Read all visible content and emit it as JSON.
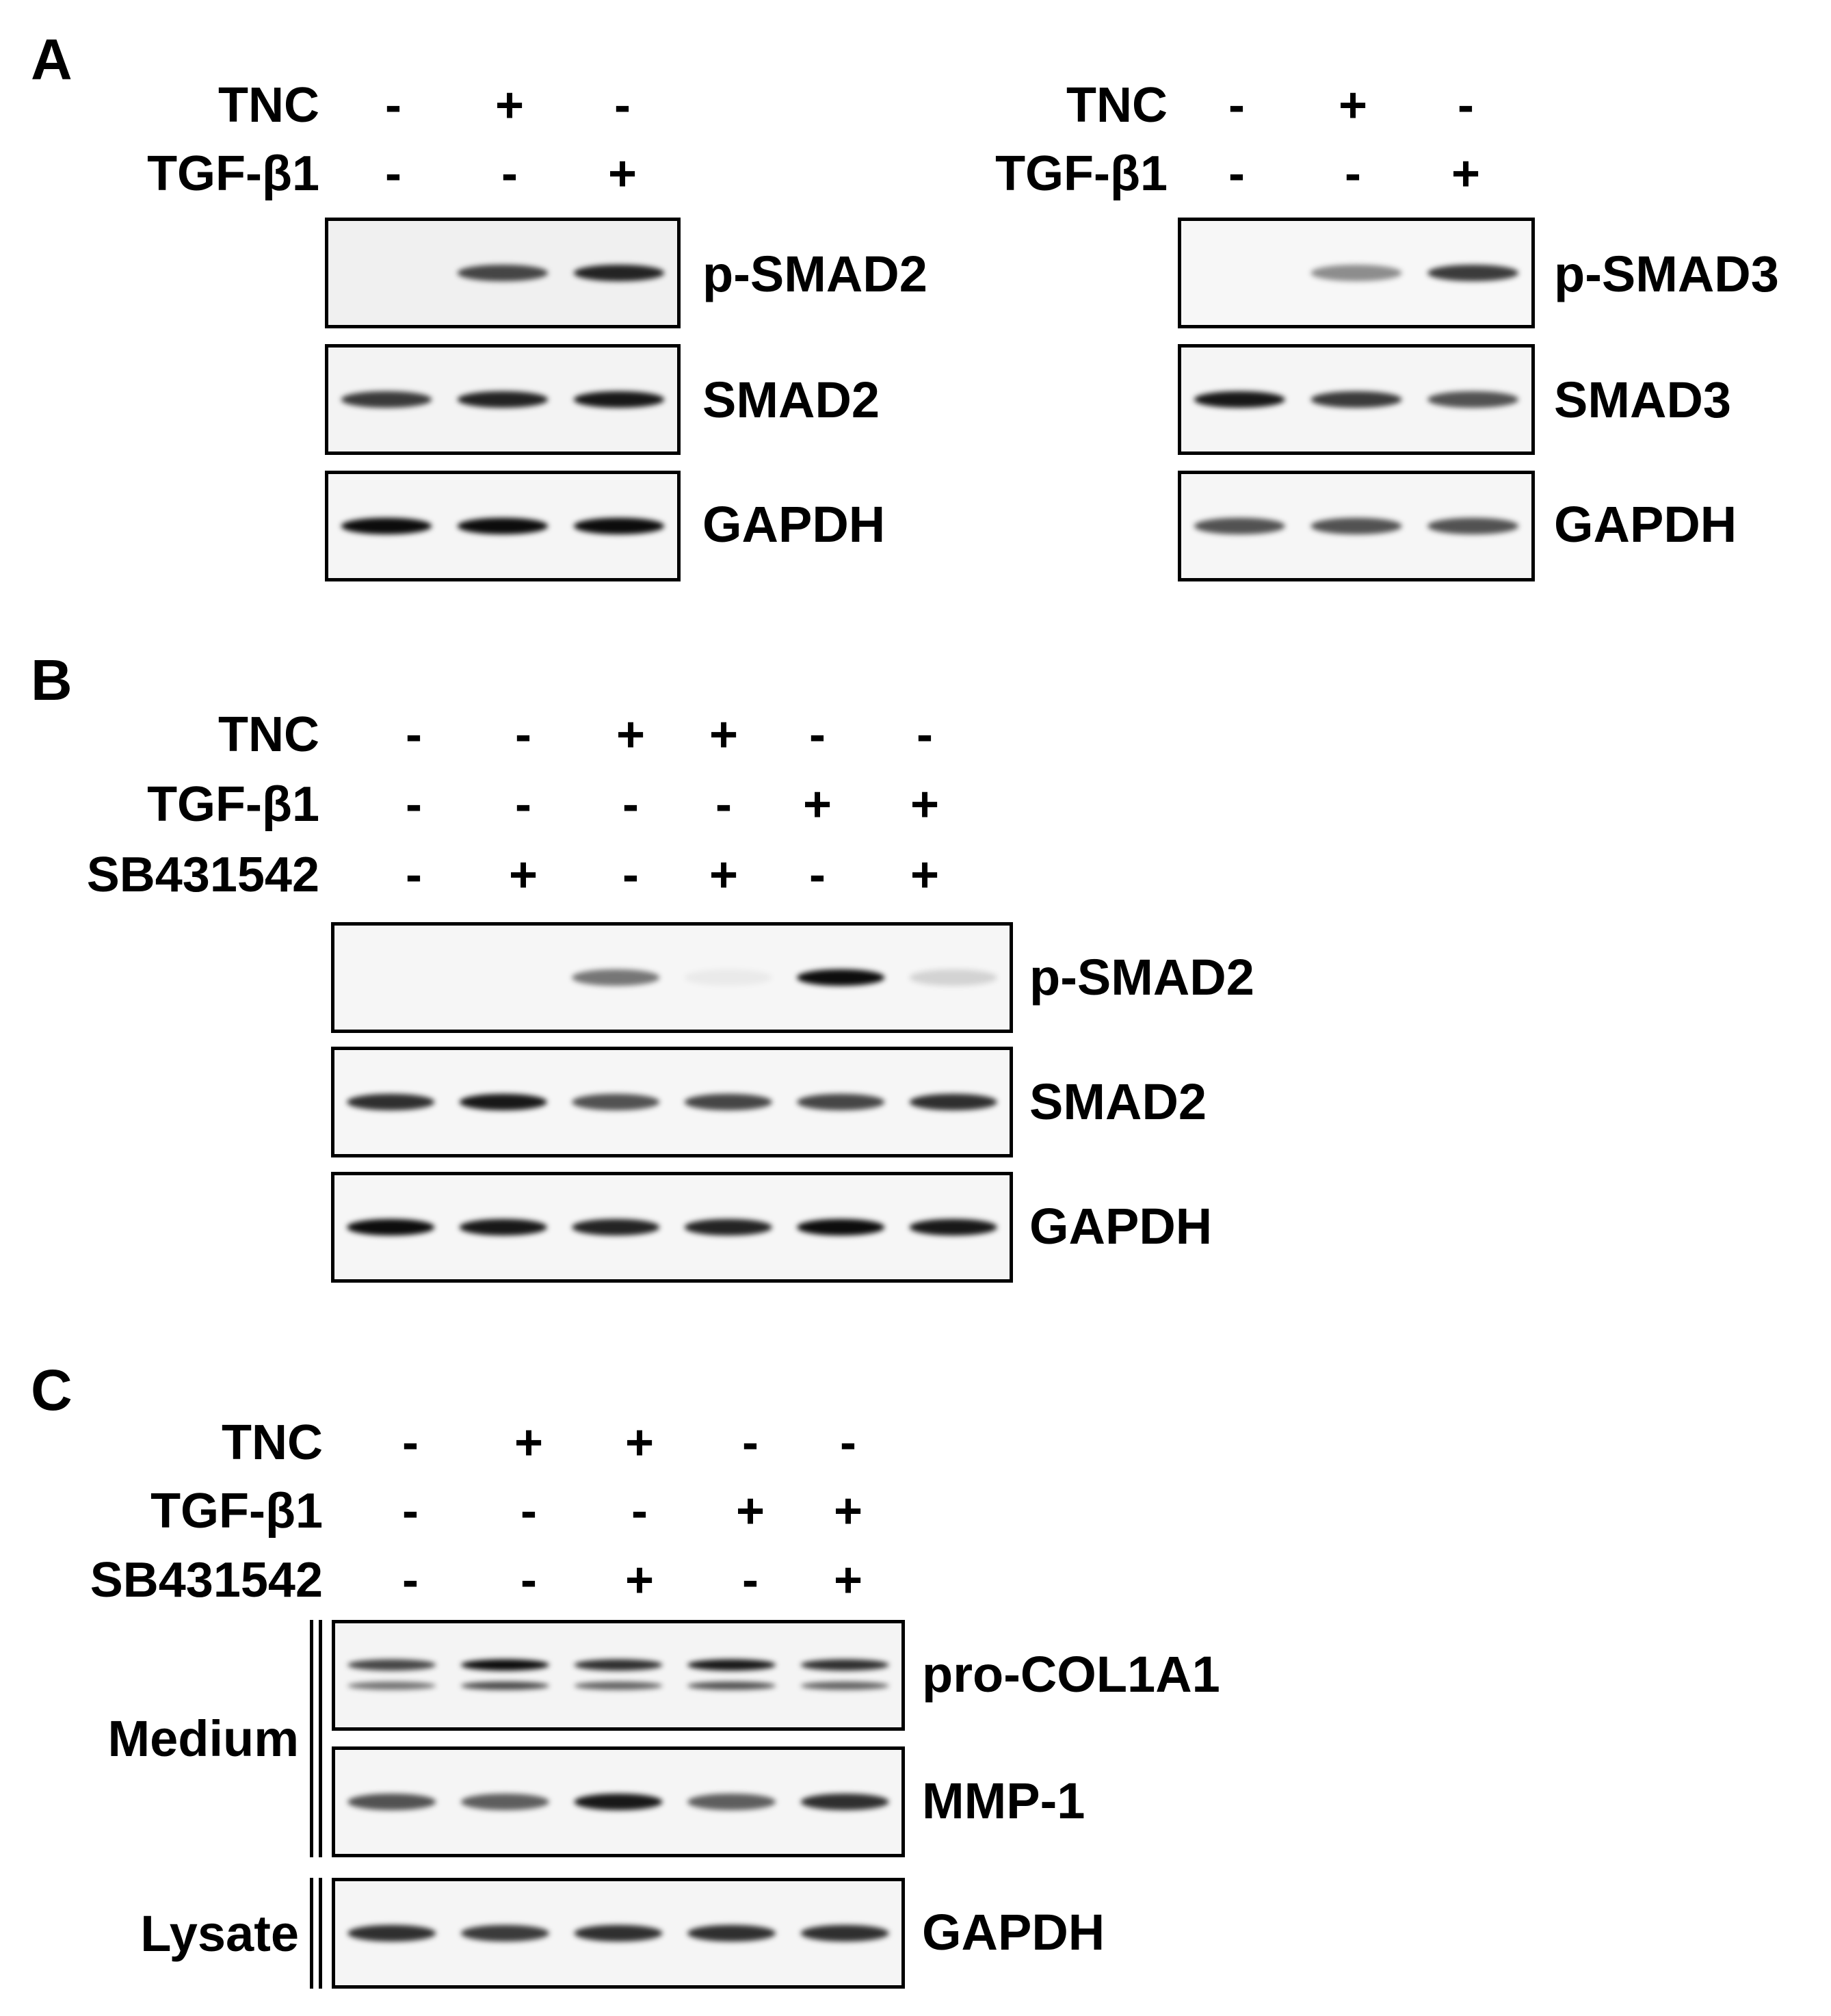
{
  "panels": [
    {
      "letter": "A",
      "subpanels": [
        {
          "conditions": [
            {
              "label": "TNC",
              "signs": [
                "-",
                "+",
                "-"
              ]
            },
            {
              "label": "TGF-β1",
              "signs": [
                "-",
                "-",
                "+"
              ]
            }
          ],
          "blots": [
            {
              "label": "p-SMAD2",
              "band_intensity": [
                0.0,
                0.75,
                0.9
              ],
              "background": "#f0f0f0"
            },
            {
              "label": "SMAD2",
              "band_intensity": [
                0.8,
                0.9,
                0.95
              ],
              "background": "#f3f3f3"
            },
            {
              "label": "GAPDH",
              "band_intensity": [
                1.0,
                1.0,
                1.0
              ],
              "background": "#f5f5f5"
            }
          ]
        },
        {
          "conditions": [
            {
              "label": "TNC",
              "signs": [
                "-",
                "+",
                "-"
              ]
            },
            {
              "label": "TGF-β1",
              "signs": [
                "-",
                "-",
                "+"
              ]
            }
          ],
          "blots": [
            {
              "label": "p-SMAD3",
              "band_intensity": [
                0.0,
                0.45,
                0.8
              ],
              "background": "#f7f7f7"
            },
            {
              "label": "SMAD3",
              "band_intensity": [
                0.95,
                0.8,
                0.7
              ],
              "background": "#f5f5f5"
            },
            {
              "label": "GAPDH",
              "band_intensity": [
                0.7,
                0.7,
                0.7
              ],
              "background": "#f6f6f6"
            }
          ]
        }
      ]
    },
    {
      "letter": "B",
      "conditions": [
        {
          "label": "TNC",
          "signs": [
            "-",
            "-",
            "+",
            "+",
            "-",
            "-"
          ]
        },
        {
          "label": "TGF-β1",
          "signs": [
            "-",
            "-",
            "-",
            "-",
            "+",
            "+"
          ]
        },
        {
          "label": "SB431542",
          "signs": [
            "-",
            "+",
            "-",
            "+",
            "-",
            "+"
          ]
        }
      ],
      "blots": [
        {
          "label": "p-SMAD2",
          "band_intensity": [
            0.0,
            0.0,
            0.55,
            0.05,
            1.0,
            0.15
          ],
          "background": "#f6f6f6"
        },
        {
          "label": "SMAD2",
          "band_intensity": [
            0.85,
            0.95,
            0.7,
            0.75,
            0.75,
            0.85
          ],
          "background": "#f6f6f6"
        },
        {
          "label": "GAPDH",
          "band_intensity": [
            1.0,
            0.95,
            0.9,
            0.9,
            1.0,
            0.95
          ],
          "background": "#f6f6f6"
        }
      ]
    },
    {
      "letter": "C",
      "conditions": [
        {
          "label": "TNC",
          "signs": [
            "-",
            "+",
            "+",
            "-",
            "-"
          ]
        },
        {
          "label": "TGF-β1",
          "signs": [
            "-",
            "-",
            "-",
            "+",
            "+"
          ]
        },
        {
          "label": "SB431542",
          "signs": [
            "-",
            "-",
            "+",
            "-",
            "+"
          ]
        }
      ],
      "groups": [
        "Medium",
        "Lysate"
      ],
      "blots": [
        {
          "label": "pro-COL1A1",
          "band_intensity": [
            0.75,
            1.0,
            0.85,
            0.95,
            0.85
          ],
          "background": "#f4f4f4",
          "double_band": true
        },
        {
          "label": "MMP-1",
          "band_intensity": [
            0.7,
            0.65,
            0.95,
            0.65,
            0.85
          ],
          "background": "#f5f5f5"
        },
        {
          "label": "GAPDH",
          "band_intensity": [
            0.85,
            0.8,
            0.85,
            0.85,
            0.85
          ],
          "background": "#f5f5f5"
        }
      ]
    }
  ]
}
